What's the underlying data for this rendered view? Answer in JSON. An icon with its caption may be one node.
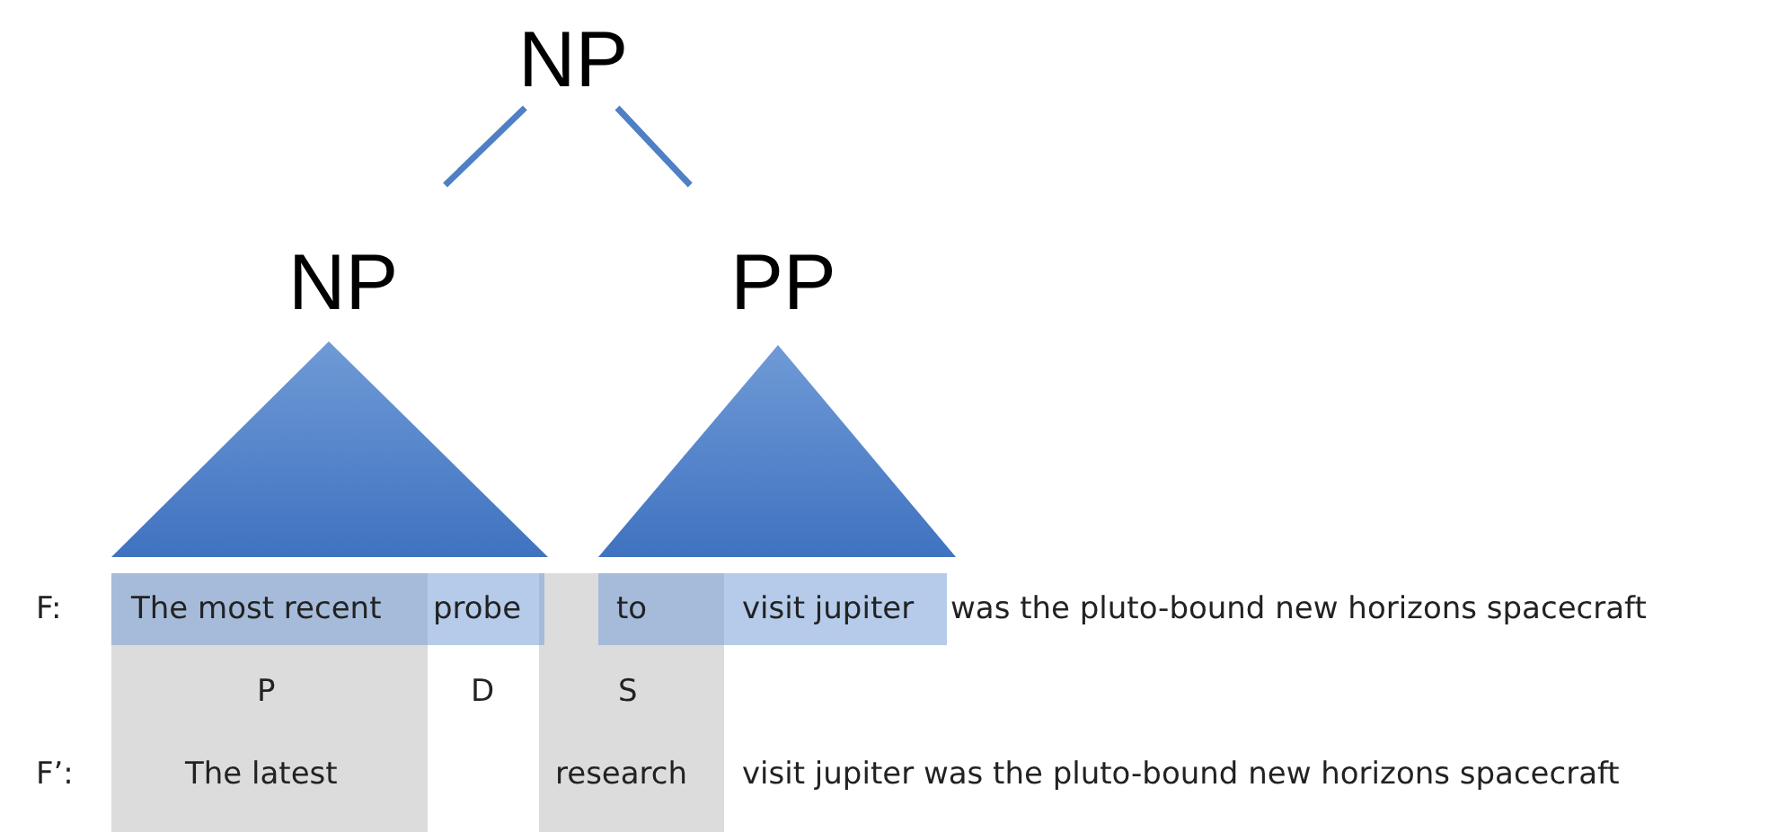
{
  "diagram": {
    "nodes": [
      {
        "text": [
          "NP"
        ]
      },
      {
        "text": [
          "NP"
        ]
      },
      {
        "text": [
          "PP"
        ]
      },
      {
        "text": [],
        "shape": "triangle"
      },
      {
        "text": [],
        "shape": "triangle"
      }
    ],
    "edges": [
      {
        "from": 0,
        "to": 1,
        "arrow": "none"
      },
      {
        "from": 0,
        "to": 2,
        "arrow": "none"
      }
    ],
    "labels": [
      "F:",
      "The most recent",
      "probe",
      "to",
      "visit jupiter",
      "was the pluto-bound new horizons spacecraft",
      "P",
      "D",
      "S",
      "F’:",
      "The latest",
      "research",
      "visit jupiter was the pluto-bound new horizons spacecraft"
    ]
  }
}
